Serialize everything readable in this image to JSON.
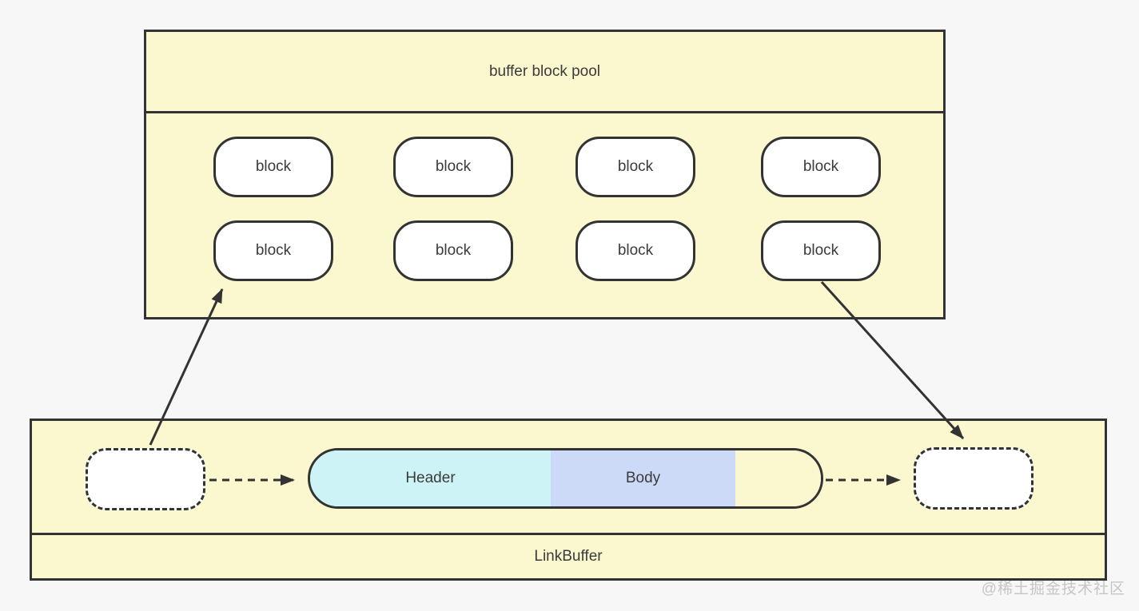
{
  "page": {
    "watermark": "@稀土掘金技术社区"
  },
  "colors": {
    "page_bg": "#f7f7f7",
    "container_fill": "#fbf7ce",
    "stroke": "#333333",
    "node_fill": "#ffffff",
    "header_fill": "#cdf3f6",
    "body_fill": "#ccdaf8",
    "text": "#3b3b3b",
    "watermark": "#c6c6c6"
  },
  "pool": {
    "title": "buffer block pool",
    "blocks": [
      "block",
      "block",
      "block",
      "block",
      "block",
      "block",
      "block",
      "block"
    ]
  },
  "linkbuffer": {
    "label": "LinkBuffer",
    "header_label": "Header",
    "body_label": "Body"
  },
  "edges": [
    {
      "from": "linkbuffer-empty-node-left",
      "to": "pool-block-row2-col1",
      "style": "solid-arrow"
    },
    {
      "from": "pool-block-row2-col4",
      "to": "linkbuffer-empty-node-right",
      "style": "solid-arrow"
    },
    {
      "from": "linkbuffer-empty-node-left",
      "to": "linkbuffer-data-node",
      "style": "dashed-arrow"
    },
    {
      "from": "linkbuffer-data-node",
      "to": "linkbuffer-empty-node-right",
      "style": "dashed-arrow"
    }
  ]
}
